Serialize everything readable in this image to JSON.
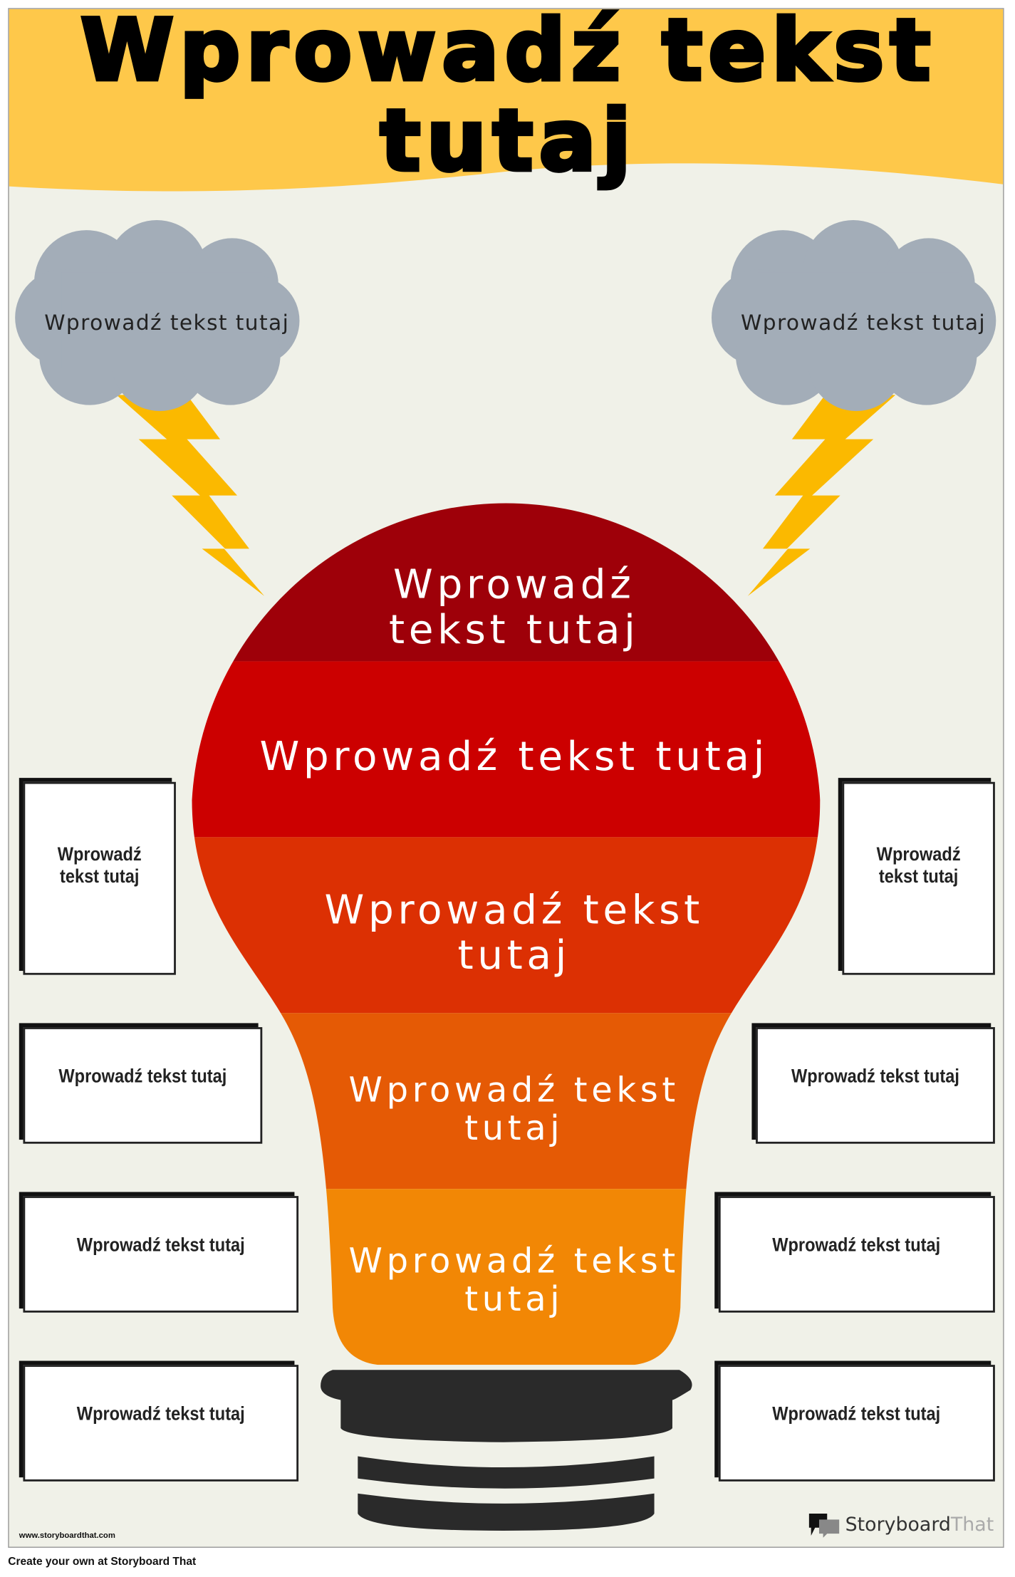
{
  "title": "Wprowadź tekst tutaj",
  "clouds": [
    {
      "text": "Wprowadź tekst tutaj"
    },
    {
      "text": "Wprowadź tekst tutaj"
    }
  ],
  "bulb_bands": [
    {
      "text": "Wprowadź tekst tutaj",
      "color": "#9e0009"
    },
    {
      "text": "Wprowadź tekst tutaj",
      "color": "#cc0000"
    },
    {
      "text": "Wprowadź tekst tutaj",
      "color": "#dc3003"
    },
    {
      "text": "Wprowadź tekst tutaj",
      "color": "#e55a05"
    },
    {
      "text": "Wprowadź tekst tutaj",
      "color": "#f28705"
    }
  ],
  "left_boxes": [
    "Wprowadź tekst tutaj",
    "Wprowadź tekst tutaj",
    "Wprowadź tekst tutaj",
    "Wprowadź tekst tutaj"
  ],
  "right_boxes": [
    "Wprowadź tekst tutaj",
    "Wprowadź tekst tutaj",
    "Wprowadź tekst tutaj",
    "Wprowadź tekst tutaj"
  ],
  "footer": {
    "site": "www.storyboardthat.com",
    "logo_part1": "Storyboard",
    "logo_part2": "That",
    "create": "Create your own at Storyboard That"
  },
  "colors": {
    "header": "#fec84a",
    "background": "#f0f1e8",
    "cloud": "#a3adb8",
    "lightning": "#fbb900",
    "base": "#2a2a2a"
  }
}
